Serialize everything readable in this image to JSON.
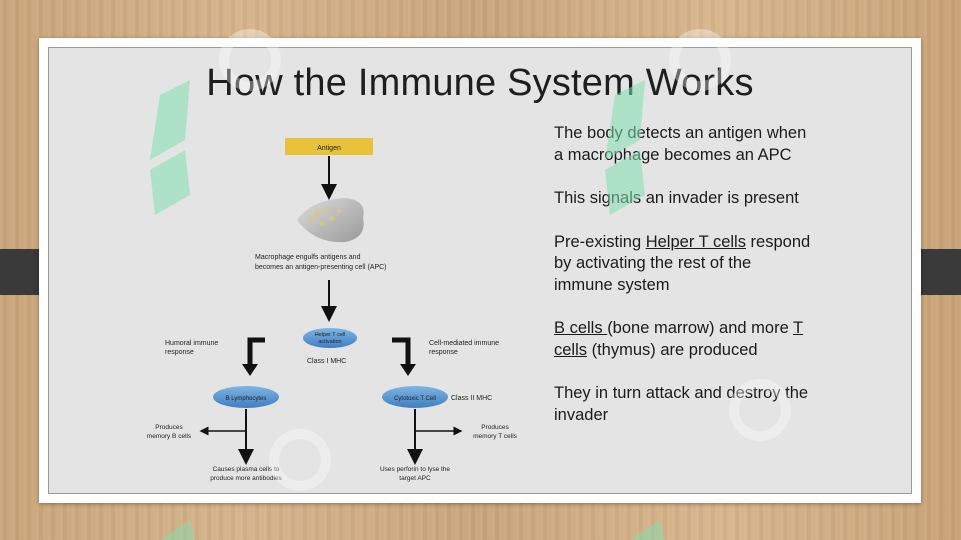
{
  "slide": {
    "title": "How the Immune System Works",
    "bullets": [
      {
        "parts": [
          {
            "text": "The body detects an antigen when a macrophage becomes an APC"
          }
        ]
      },
      {
        "parts": [
          {
            "text": "This signals an invader is present"
          }
        ]
      },
      {
        "parts": [
          {
            "text": "Pre-existing "
          },
          {
            "text": "Helper T cells",
            "underline": true
          },
          {
            "text": " respond by activating the rest of the immune system"
          }
        ]
      },
      {
        "parts": [
          {
            "text": "B cells ",
            "underline": true
          },
          {
            "text": "(bone marrow) and more "
          },
          {
            "text": "T cells",
            "underline": true
          },
          {
            "text": " (thymus) are produced"
          }
        ]
      },
      {
        "parts": [
          {
            "text": "They in turn attack and destroy the invader"
          }
        ]
      }
    ]
  },
  "diagram": {
    "antigen": "Antigen",
    "macrophage_caption_1": "Macrophage engulfs antigens and",
    "macrophage_caption_2": "becomes an antigen-presenting cell (APC)",
    "helper_t_1": "Helper T cell",
    "helper_t_2": "activation",
    "class_1_mhc": "Class I MHC",
    "humoral_1": "Humoral immune",
    "humoral_2": "response",
    "cell_mediated_1": "Cell-mediated immune",
    "cell_mediated_2": "response",
    "b_lymphocytes": "B Lymphocytes",
    "cytotoxic_t": "Cytotoxic T Cell",
    "class_2_mhc": "Class II MHC",
    "memory_b_1": "Produces",
    "memory_b_2": "memory B cells",
    "memory_t_1": "Produces",
    "memory_t_2": "memory T cells",
    "plasma_1": "Causes plasma cells to",
    "plasma_2": "produce more antibodies",
    "perforin_1": "Uses perforin to lyse the",
    "perforin_2": "target APC"
  },
  "colors": {
    "antigen_box": "#e8c33a",
    "cell_ellipse": "#5b9bd5",
    "watermark": "#7fe0b0"
  }
}
